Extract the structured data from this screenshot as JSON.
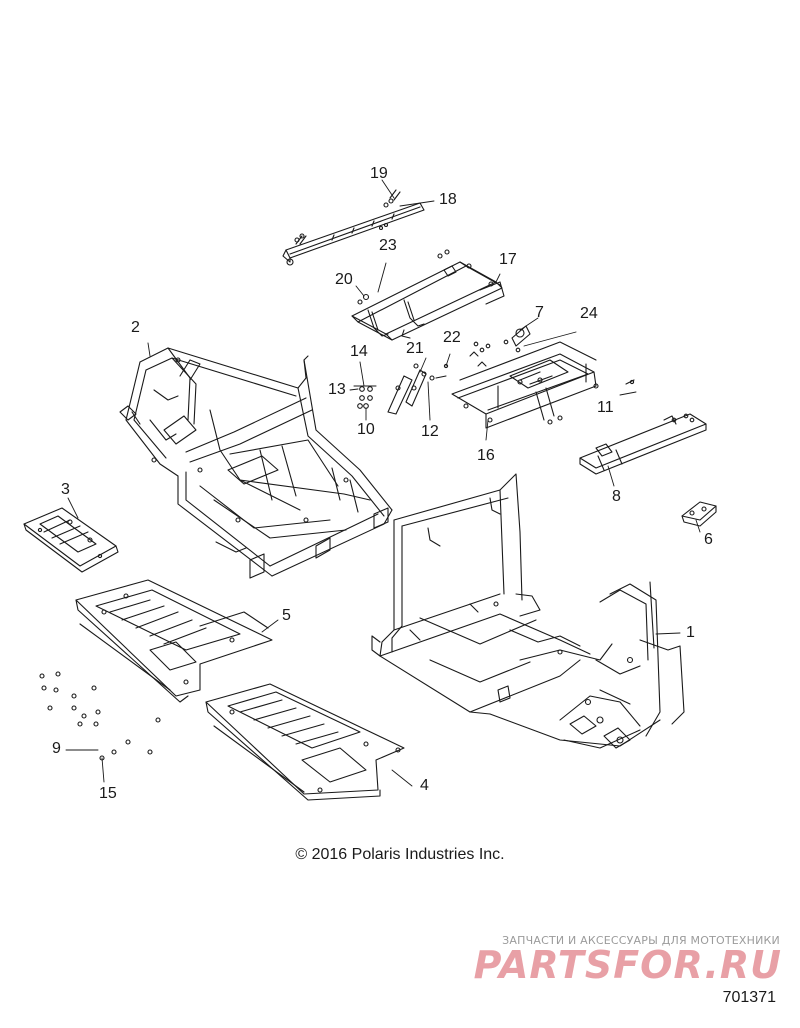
{
  "diagram": {
    "callouts": [
      {
        "id": "c1",
        "label": "1"
      },
      {
        "id": "c2",
        "label": "2"
      },
      {
        "id": "c3",
        "label": "3"
      },
      {
        "id": "c4",
        "label": "4"
      },
      {
        "id": "c5",
        "label": "5"
      },
      {
        "id": "c6",
        "label": "6"
      },
      {
        "id": "c7",
        "label": "7"
      },
      {
        "id": "c8",
        "label": "8"
      },
      {
        "id": "c9",
        "label": "9"
      },
      {
        "id": "c10",
        "label": "10"
      },
      {
        "id": "c11",
        "label": "11"
      },
      {
        "id": "c12",
        "label": "12"
      },
      {
        "id": "c13",
        "label": "13"
      },
      {
        "id": "c14",
        "label": "14"
      },
      {
        "id": "c15",
        "label": "15"
      },
      {
        "id": "c16",
        "label": "16"
      },
      {
        "id": "c17",
        "label": "17"
      },
      {
        "id": "c18",
        "label": "18"
      },
      {
        "id": "c19",
        "label": "19"
      },
      {
        "id": "c20",
        "label": "20"
      },
      {
        "id": "c21",
        "label": "21"
      },
      {
        "id": "c22",
        "label": "22"
      },
      {
        "id": "c23",
        "label": "23"
      },
      {
        "id": "c24",
        "label": "24"
      }
    ],
    "copyright": "© 2016 Polaris Industries Inc.",
    "diagram_number": "701371"
  },
  "watermark": {
    "tagline": "ЗАПЧАСТИ И АКСЕССУАРЫ ДЛЯ МОТОТЕХНИКИ",
    "logo_text": "PARTSFOR.RU",
    "logo_color": "#e8a0a6"
  },
  "colors": {
    "line": "#1a1a1a",
    "paper": "#ffffff"
  }
}
